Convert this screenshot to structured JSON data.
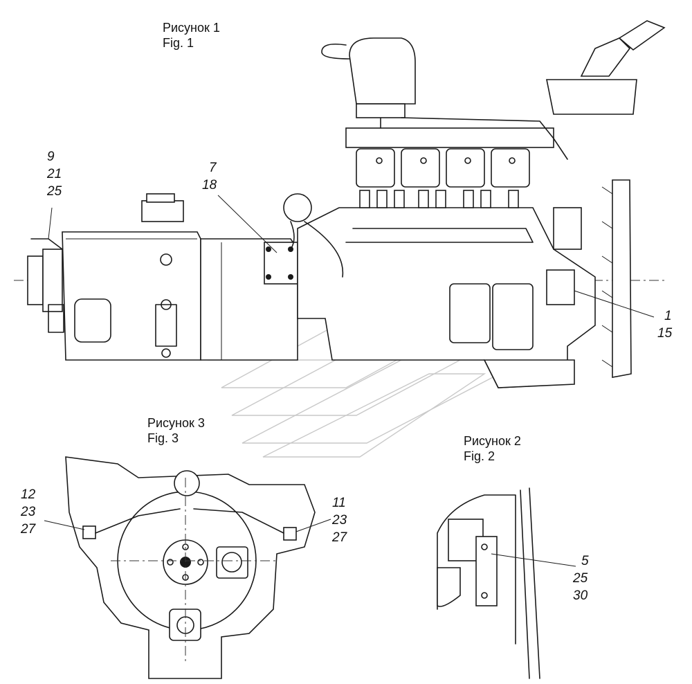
{
  "figures": {
    "fig1": {
      "title_ru": "Рисунок 1",
      "title_en": "Fig. 1"
    },
    "fig2": {
      "title_ru": "Рисунок 2",
      "title_en": "Fig. 2"
    },
    "fig3": {
      "title_ru": "Рисунок 3",
      "title_en": "Fig. 3"
    }
  },
  "callouts": {
    "c_9_21_25": [
      "9",
      "21",
      "25"
    ],
    "c_7_18": [
      "7",
      "18"
    ],
    "c_1_15": [
      "1",
      "15"
    ],
    "c_12_23_27": [
      "12",
      "23",
      "27"
    ],
    "c_11_23_27": [
      "11",
      "23",
      "27"
    ],
    "c_5_25_30": [
      "5",
      "25",
      "30"
    ]
  },
  "icons": {
    "watermark": "kamaz-logo-watermark"
  }
}
